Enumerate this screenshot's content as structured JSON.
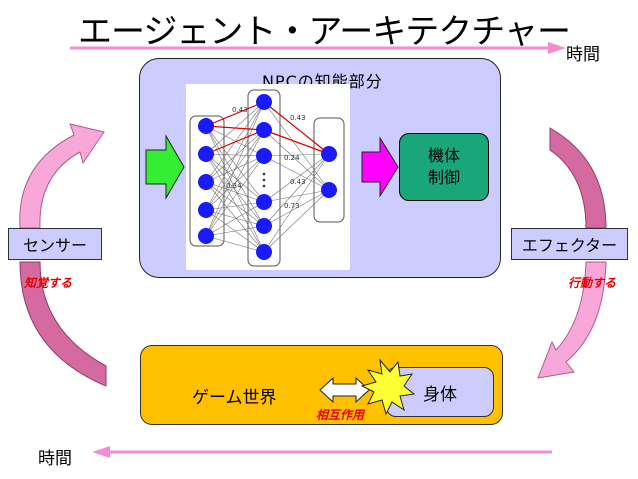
{
  "title": "エージェント・アーキテクチャー",
  "time_label_top": "時間",
  "time_label_bottom": "時間",
  "npc_section": {
    "label": "NPCの知能部分",
    "network_weights": [
      "0.43",
      "0.43",
      "0.24",
      "0.43",
      "0.34",
      "0.73"
    ]
  },
  "machine_control": {
    "line1": "機体",
    "line2": "制御"
  },
  "game_world": {
    "label": "ゲーム世界"
  },
  "body": {
    "label": "身体"
  },
  "interaction": {
    "label": "相互作用"
  },
  "sensor": {
    "label": "センサー",
    "action_label": "知覚する"
  },
  "effector": {
    "label": "エフェクター",
    "action_label": "行動する"
  },
  "colors": {
    "npc_box": "#ccccff",
    "machine_box": "#19a77a",
    "game_box": "#ffc000",
    "timeline": "#f48ccf",
    "green_arrow": "#33ee33",
    "magenta_arrow": "#ff00ff",
    "loop_arrow": "#f7a8d8",
    "annotation_red": "#e60000"
  }
}
